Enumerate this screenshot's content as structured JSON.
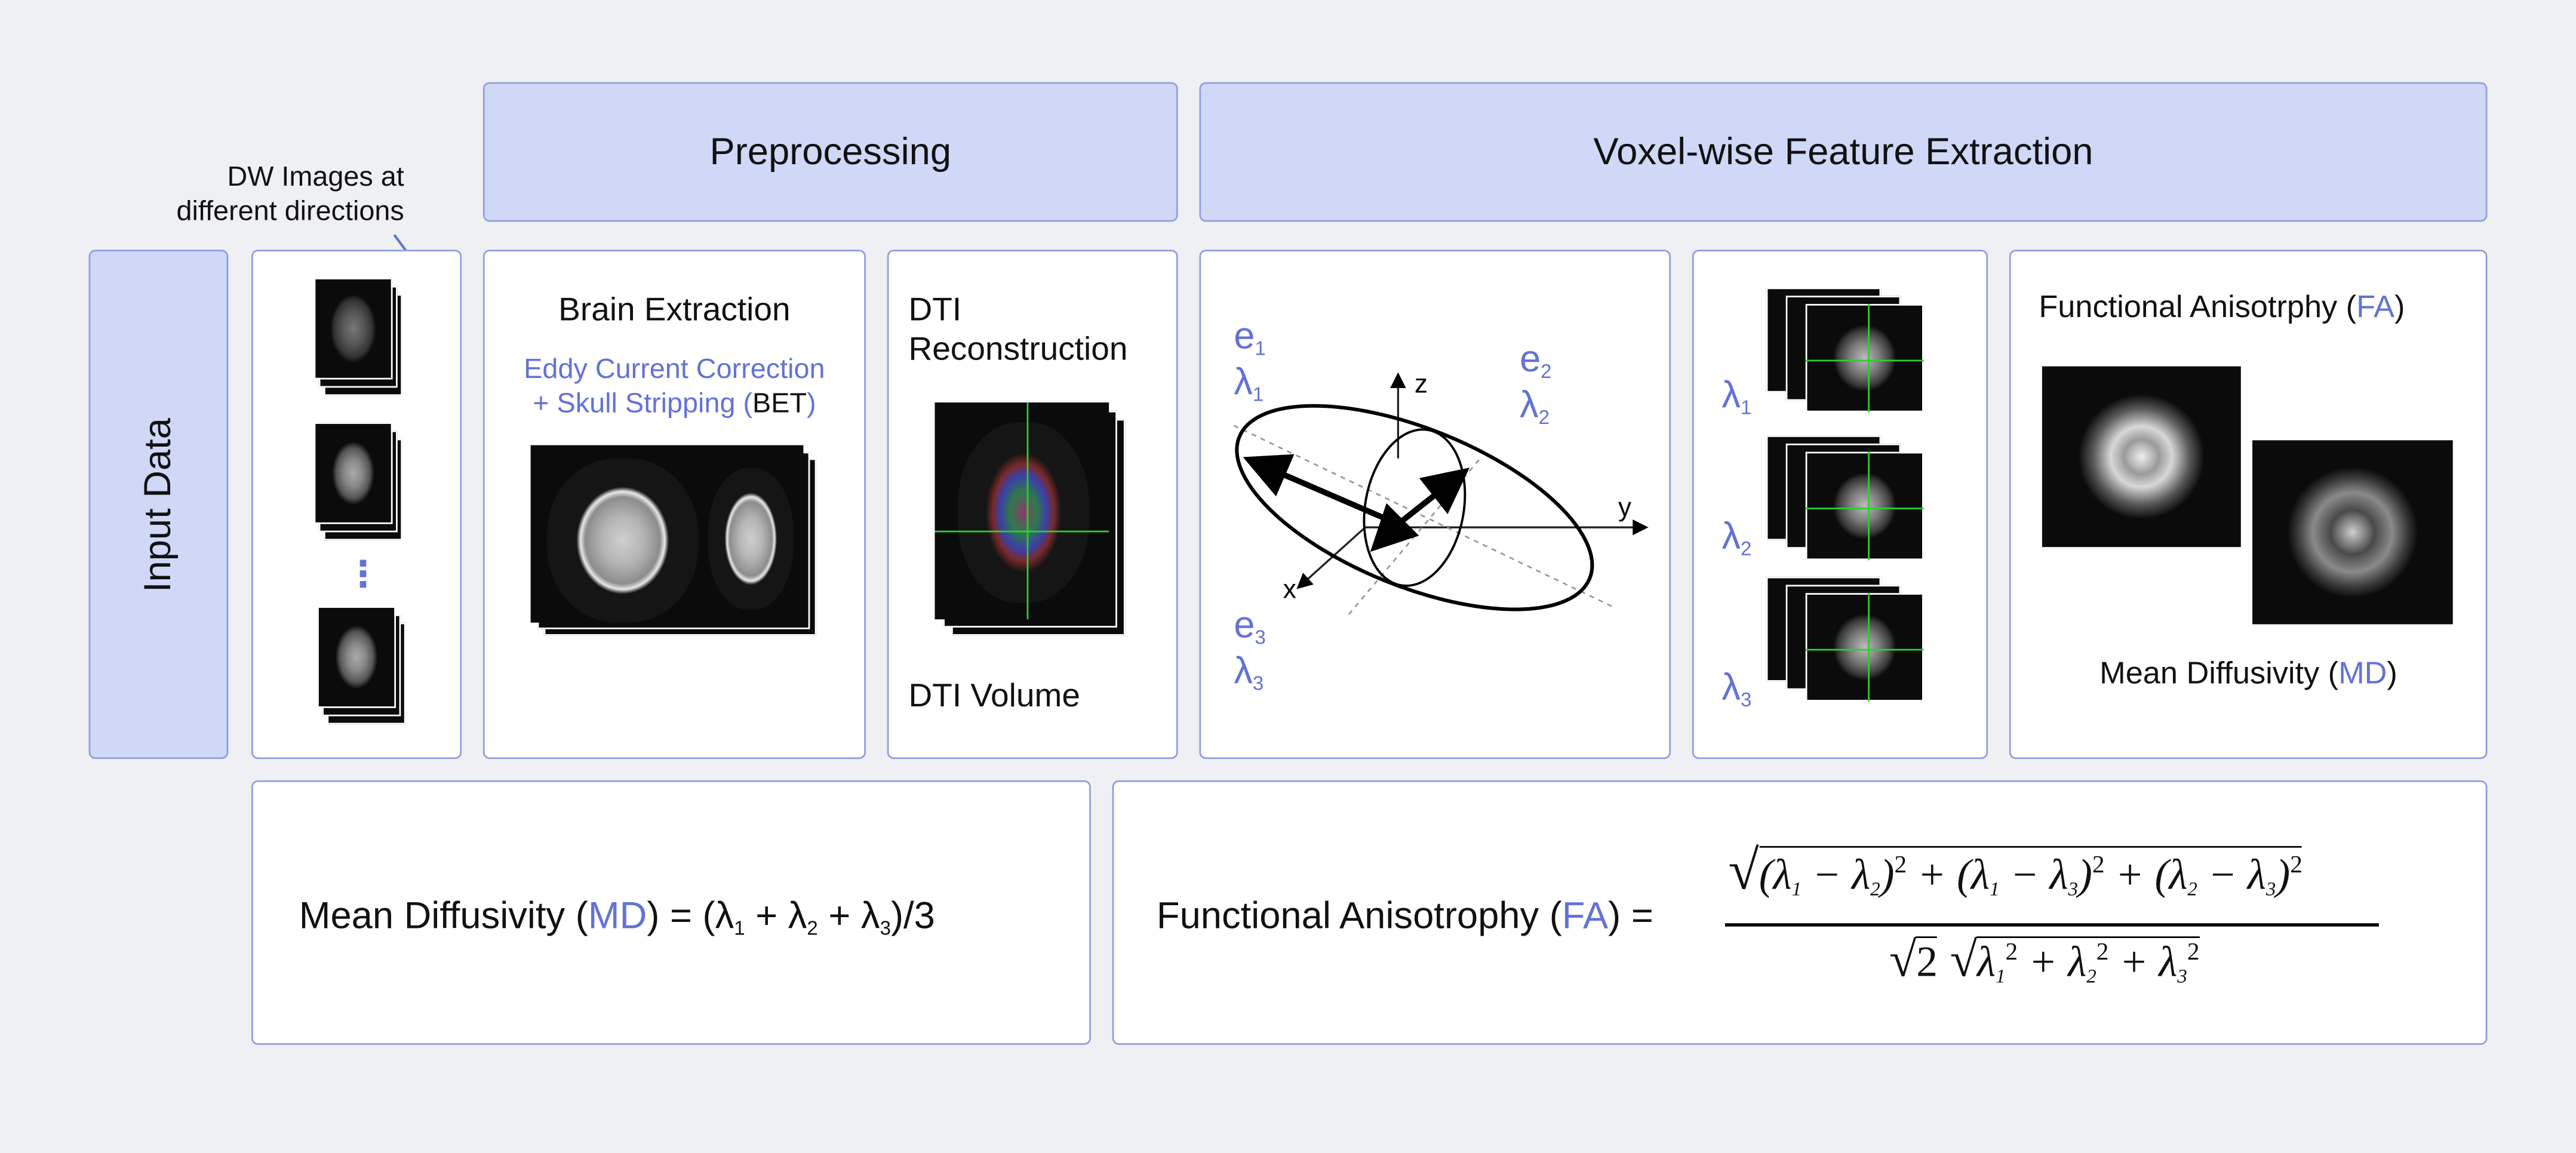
{
  "headers": {
    "preprocessing": "Preprocessing",
    "feature_extraction": "Voxel-wise Feature Extraction",
    "input_data": "Input Data"
  },
  "input": {
    "callout": "DW Images at\ndifferent directions",
    "ellipsis": "⋮"
  },
  "brain_extraction": {
    "title": "Brain Extraction",
    "step_prefix": "Eddy Current Correction",
    "step_line2": "+ Skull Stripping (",
    "step_tool": "BET",
    "step_close": ")"
  },
  "dti_recon": {
    "title_line1": "DTI",
    "title_line2": "Reconstruction",
    "volume_label": "DTI Volume"
  },
  "tensor": {
    "e1": "e",
    "e1_sub": "1",
    "l1": "λ",
    "l1_sub": "1",
    "e2": "e",
    "e2_sub": "2",
    "l2": "λ",
    "l2_sub": "2",
    "e3": "e",
    "e3_sub": "3",
    "l3": "λ",
    "l3_sub": "3",
    "axis_x": "x",
    "axis_y": "y",
    "axis_z": "z"
  },
  "eigen_maps": {
    "labels": [
      {
        "sym": "λ",
        "sub": "1"
      },
      {
        "sym": "λ",
        "sub": "2"
      },
      {
        "sym": "λ",
        "sub": "3"
      }
    ]
  },
  "maps": {
    "fa_label": "Functional Anisotrphy (",
    "fa_abbr": "FA",
    "fa_close": ")",
    "md_label": "Mean Diffusivity (",
    "md_abbr": "MD",
    "md_close": ")"
  },
  "formula_md": {
    "label": "Mean Diffusivity (",
    "abbr": "MD",
    "rhs_open": ") = (λ",
    "sub1": "1",
    "plus1": " + λ",
    "sub2": "2",
    "plus2": " + λ",
    "sub3": "3",
    "end": ")/3"
  },
  "formula_fa": {
    "label": "Functional Anisotrophy (",
    "abbr": "FA",
    "eq": ") ="
  },
  "colors": {
    "accent": "#6272d6",
    "header_fill": "#cfd8f7",
    "border": "#8f9ee0",
    "background": "#eef0f3"
  }
}
